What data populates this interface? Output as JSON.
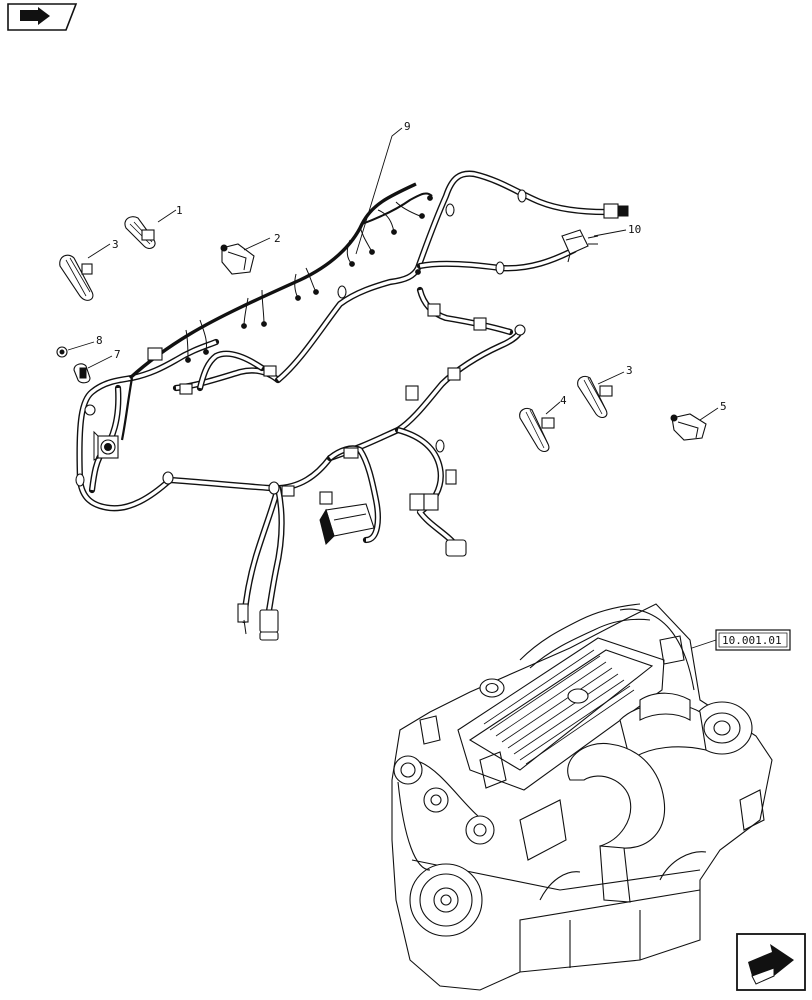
{
  "diagram": {
    "callouts": [
      {
        "id": "1",
        "label": "1"
      },
      {
        "id": "2",
        "label": "2"
      },
      {
        "id": "3a",
        "label": "3"
      },
      {
        "id": "3b",
        "label": "3"
      },
      {
        "id": "4",
        "label": "4"
      },
      {
        "id": "5",
        "label": "5"
      },
      {
        "id": "7",
        "label": "7"
      },
      {
        "id": "8",
        "label": "8"
      },
      {
        "id": "9",
        "label": "9"
      },
      {
        "id": "10",
        "label": "10"
      }
    ],
    "reference_box": "10.001.01"
  },
  "icons": {
    "top_left": "book-arrow-icon",
    "bottom_right": "next-page-arrow-icon"
  }
}
